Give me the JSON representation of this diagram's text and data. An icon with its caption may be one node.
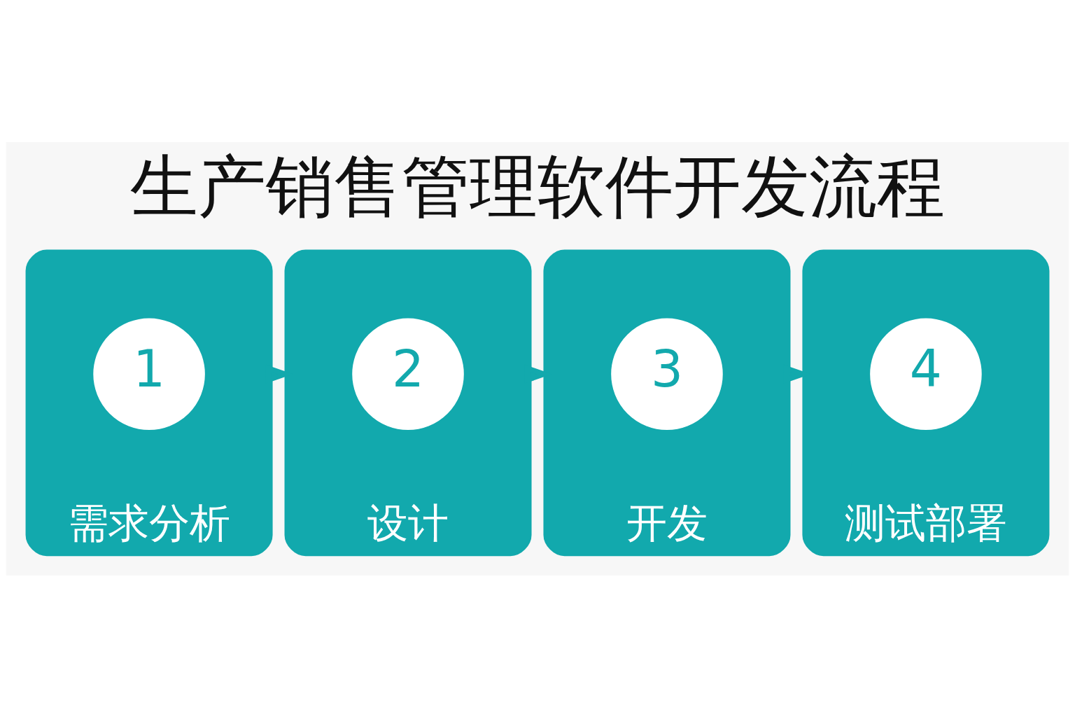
{
  "diagram": {
    "title": "生产销售管理软件开发流程",
    "nodes": [
      {
        "text": [
          "需求分析"
        ]
      },
      {
        "text": [
          "1"
        ],
        "in": 0
      },
      {
        "text": [
          "设计"
        ]
      },
      {
        "text": [
          "2"
        ],
        "in": 2
      },
      {
        "text": [
          "开发"
        ]
      },
      {
        "text": [
          "3"
        ],
        "in": 4
      },
      {
        "text": [
          "测试部署"
        ]
      },
      {
        "text": [
          "4"
        ],
        "in": 6
      }
    ],
    "edges": [
      {
        "from": 0,
        "to": 2,
        "arrow": "to"
      },
      {
        "from": 2,
        "to": 4,
        "arrow": "to"
      },
      {
        "from": 4,
        "to": 6,
        "arrow": "to"
      }
    ]
  }
}
